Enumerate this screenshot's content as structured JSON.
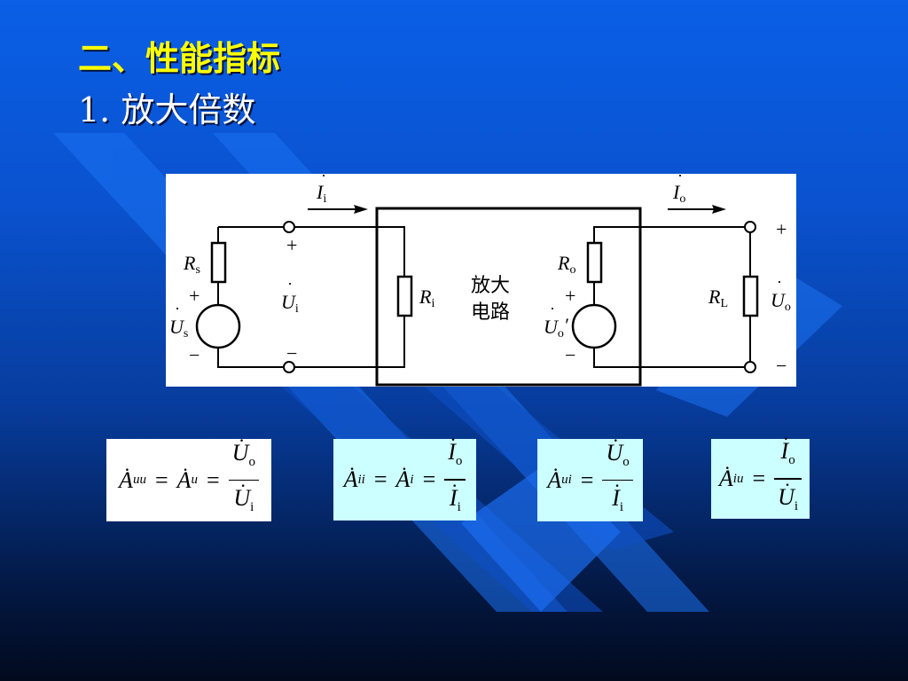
{
  "heading": {
    "title": "二、性能指标",
    "subtitle": "1. 放大倍数"
  },
  "circuit": {
    "block_label_line1": "放大",
    "block_label_line2": "电路",
    "labels": {
      "Ii_main": "I",
      "Ii_sub": "i",
      "Io_main": "I",
      "Io_sub": "o",
      "Rs_main": "R",
      "Rs_sub": "s",
      "Us_main": "U",
      "Us_sub": "s",
      "Ui_main": "U",
      "Ui_sub": "i",
      "Ri_main": "R",
      "Ri_sub": "i",
      "Ro_main": "R",
      "Ro_sub": "o",
      "Uo_prime_main": "U",
      "Uo_prime_sub": "o",
      "prime": "′",
      "RL_main": "R",
      "RL_sub": "L",
      "Uo_main": "U",
      "Uo_sub": "o",
      "plus": "+",
      "minus": "−"
    }
  },
  "formulas": [
    {
      "name": "Auu",
      "A": "A",
      "sub1": "uu",
      "mid": "A",
      "sub2": "u",
      "num": "U",
      "num_sub": "o",
      "den": "U",
      "den_sub": "i",
      "eq": "="
    },
    {
      "name": "Aii",
      "A": "A",
      "sub1": "ii",
      "mid": "A",
      "sub2": "i",
      "num": "I",
      "num_sub": "o",
      "den": "I",
      "den_sub": "i",
      "eq": "="
    },
    {
      "name": "Aui",
      "A": "A",
      "sub1": "ui",
      "num": "U",
      "num_sub": "o",
      "den": "I",
      "den_sub": "i",
      "eq": "="
    },
    {
      "name": "Aiu",
      "A": "A",
      "sub1": "iu",
      "num": "I",
      "num_sub": "o",
      "den": "U",
      "den_sub": "i",
      "eq": "="
    }
  ],
  "colors": {
    "title": "#ffff00",
    "subtitle": "#ffffff",
    "formula_highlight_bg": "#ccffff",
    "formula_plain_bg": "#ffffff"
  }
}
